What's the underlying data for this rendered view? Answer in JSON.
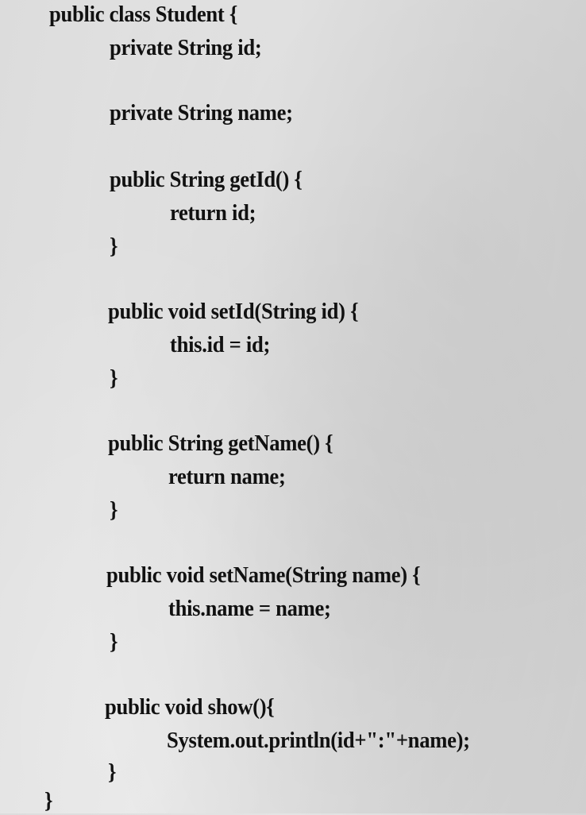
{
  "code": {
    "lines": [
      "public class Student {",
      "private String id;",
      "private String name;",
      "public String getId() {",
      "return id;",
      "}",
      "public void setId(String id) {",
      "this.id = id;",
      "}",
      "public String getName() {",
      "return name;",
      "}",
      "public void setName(String name) {",
      "this.name = name;",
      "}",
      "public void show(){",
      "System.out.println(id+\":\"+name);",
      "}",
      "}"
    ]
  }
}
